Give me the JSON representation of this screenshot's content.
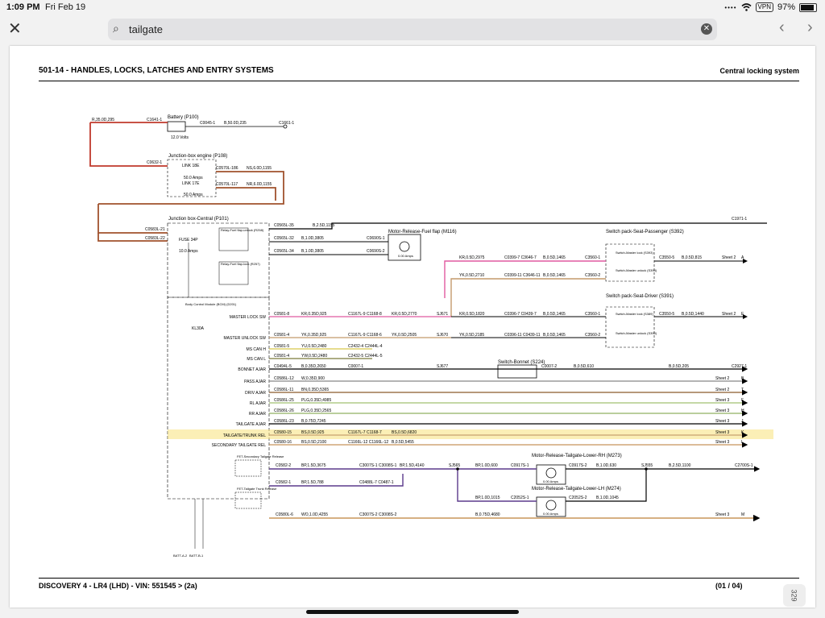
{
  "status": {
    "time": "1:09 PM",
    "date": "Fri Feb 19",
    "vpn": "VPN",
    "battery": "97%"
  },
  "search": {
    "query": "tailgate"
  },
  "doc": {
    "header_title": "501-14 - HANDLES, LOCKS, LATCHES AND ENTRY SYSTEMS",
    "header_right": "Central locking system",
    "footer_left": "DISCOVERY 4 - LR4  (LHD) - VIN: 551545 >  (2a)",
    "footer_right": "(01 / 04)",
    "page_number": "329"
  },
  "diagram": {
    "components": {
      "battery": "Battery (P100)",
      "battery_volts": "12.0 Volts",
      "jbox_engine": "Junction-box engine (P108)",
      "link18": "LINK 18E",
      "link18_amps": "50.0 Amps",
      "link17": "LINK 17E",
      "link17_amps": "50.0 Amps",
      "jbox_central": "Junction box-Central (P101)",
      "fuse": "FUSE 34P",
      "fuse_amps": "10.0 Amps",
      "relay_unlock": "Relay-Fuel flap-unlock (R258)",
      "relay_lock": "Relay-Fuel flap-lock (R257)",
      "bcm": "Body Control Module (BCM) (D201)",
      "kl30a": "KL30A",
      "m116": "Motor-Release-Fuel flap (M116)",
      "m116_amps": "0.00 Amps",
      "s392": "Switch pack-Seat-Passenger (S392)",
      "s392_lock": "Switch-Master lock (S393)",
      "s392_unlock": "Switch-Master unlock (S394)",
      "s391": "Switch pack-Seat-Driver (S391)",
      "s391_lock": "Switch-Master lock (S389)",
      "s391_unlock": "Switch-Master unlock (S390)",
      "s224": "Switch-Bonnet (S224)",
      "m273": "Motor-Release-Tailgate-Lower-RH (M273)",
      "m273_amps": "0.00 Amps",
      "m274": "Motor-Release-Tailgate-Lower-LH (M274)",
      "m274_amps": "0.00 Amps",
      "fet_secondary": "FET-Secondary Tailgate Release",
      "fet_tailgate": "FET-Tailgate Trunk Release",
      "batt_labels": [
        "BATT-A-2",
        "BATT-B-1"
      ]
    },
    "pins": [
      "MASTER LOCK SW",
      "MASTER UNLOCK SW",
      "MS CAN H",
      "MS CAN L",
      "BONNET AJAR",
      "PASS AJAR",
      "DRIV AJAR",
      "RL AJAR",
      "RR AJAR",
      "TAILGATE AJAR",
      "TAILGATE/TRUNK REL",
      "SECONDARY TAILGATE REL"
    ],
    "wires": [
      {
        "c1": "C0581-8",
        "w1": "KR,0.35D,925",
        "c2": "C1167L-9 C1168-8",
        "w2": "KR,0.5D,2770",
        "sj": "SJ671"
      },
      {
        "c1": "C0581-4",
        "w1": "YK,0.35D,925",
        "c2": "C1167L-9 C1168-6",
        "w2": "YK,0.5D,2505",
        "sj": "SJ670"
      },
      {
        "c1": "C0581-5",
        "w1": "YU,0.5D,2480",
        "c2": "C2432-4 C2444L-4"
      },
      {
        "c1": "C0581-4",
        "w1": "YW,0.5D,2480",
        "c2": "C2432-5 C2444L-5"
      },
      {
        "c1": "C0494L-5",
        "w1": "B,0.35D,2650",
        "c2": "C0007-1",
        "c3": "C0007-2",
        "w3": "B,0.5D,610",
        "sj": "SJ677",
        "c4": "C2927-1",
        "w4": "B,0.5D,205"
      },
      {
        "c1": "C0586L-12",
        "w1": "W,0.35D,900",
        "sheet": "Sheet 2",
        "end": "B"
      },
      {
        "c1": "C0586L-11",
        "w1": "BN,0.35D,5365",
        "sheet": "Sheet 2",
        "end": "T"
      },
      {
        "c1": "C0586L-25",
        "w1": "PLG,0.35D,4985",
        "sheet": "Sheet 3",
        "end": "F"
      },
      {
        "c1": "C0586L-26",
        "w1": "PLG,0.35D,2565",
        "sheet": "Sheet 3",
        "end": "H"
      },
      {
        "c1": "C0586L-23",
        "w1": "B,0.75D,7245",
        "sheet": "Sheet 3",
        "end": "J"
      },
      {
        "c1": "C0580-15",
        "w1": "BS,0.5D,925",
        "c2": "C1167L-7 C1168-7",
        "w2": "BS,0.5D,6820",
        "sheet": "Sheet 3",
        "end": "K"
      },
      {
        "c1": "C0580-16",
        "w1": "BS,0.5D,2100",
        "c2": "C1166L-12 C1166L-12",
        "w2": "B,0.5D,5455",
        "sheet": "Sheet 3",
        "end": "L"
      }
    ],
    "top_wires": {
      "r1": "R,35.0D,295",
      "c1641": "C1641-1",
      "c0045": "C0045-1",
      "b50": "B,50.0D,235",
      "c1661": "C1661-1",
      "c0632": "C0632-1",
      "c0570_186": "C0570L-186",
      "ns6": "NS,6.0D,1155",
      "c0570_117": "C0570L-117",
      "nr6": "NR,6.0D,1155",
      "c0583_21": "C0583L-21",
      "c0583_22": "C0583L-22",
      "c0565_35": "C0565L-35",
      "b2_1155": "B,2.5D,1155",
      "c1971": "C1971-1",
      "c0565_32": "C0565L-32",
      "b1_3805": "B,1.0D,3805",
      "c0690s_1": "C0690S-1",
      "c0565_34": "C0565L-34",
      "b1_3805b": "B,1.0D,3805",
      "c0690s_2": "C0690S-2",
      "kr_2975": "KR,0.5D,2975",
      "c0399_7": "C0399-7 C3646-7",
      "b_1465": "B,0.5D,1465",
      "c3560_1": "C3560-1",
      "c3550_5": "C3550-5",
      "b_815": "B,0.5D,815",
      "yk_2710": "YK,0.5D,2710",
      "c0399_11": "C0399-11 C3646-11",
      "b_1465b": "B,0.5D,1465",
      "c3560_2": "C3560-2",
      "kr_1820": "KR,0.5D,1820",
      "c0396_7": "C0396-7 C0439-7",
      "b_1465c": "B,0.5D,1465",
      "c3560_1b": "C3560-1",
      "c3550_5b": "C3550-5",
      "b_1440": "B,0.5D,1440",
      "yk_2185": "YK,0.5D,2185",
      "c0396_11": "C0396-11 C0439-11",
      "b_1465d": "B,0.5D,1465",
      "c3560_2b": "C3560-2"
    },
    "bottom_wires": {
      "c0582_2": "C0582-2",
      "bp_3675": "BP,1.5D,3675",
      "c3007s": "C3007S-1 C3008S-1",
      "bp_4140": "BP,1.5D,4140",
      "sj565": "SJ565",
      "bp_600": "BP,1.0D,600",
      "c0917s_1": "C0917S-1",
      "c0917s_2": "C0917S-2",
      "b_630": "B,1.0D,630",
      "sj555": "SJ555",
      "b2_1100": "B,2.5D,1100",
      "c2700s": "C2700S-1",
      "c0582_1": "C0582-1",
      "bp_788": "BP,1.5D,788",
      "c0488l": "C0488L-7 C0487-1",
      "bp_1015": "BP,1.0D,1015",
      "c2052s_1": "C2052S-1",
      "c2052s_2": "C2052S-2",
      "b_1045": "B,1.0D,1045",
      "c0580_6": "C0580L-6",
      "wo_4255": "WO,1.0D,4255",
      "c3007s_2": "C3007S-2 C3008S-2",
      "b_4680": "B,0.75D,4680",
      "sheet": "Sheet 3",
      "end": "M"
    },
    "sheet_labels": {
      "a": "Sheet 2",
      "a_end": "A",
      "e": "Sheet 2",
      "e_end": "E"
    }
  }
}
